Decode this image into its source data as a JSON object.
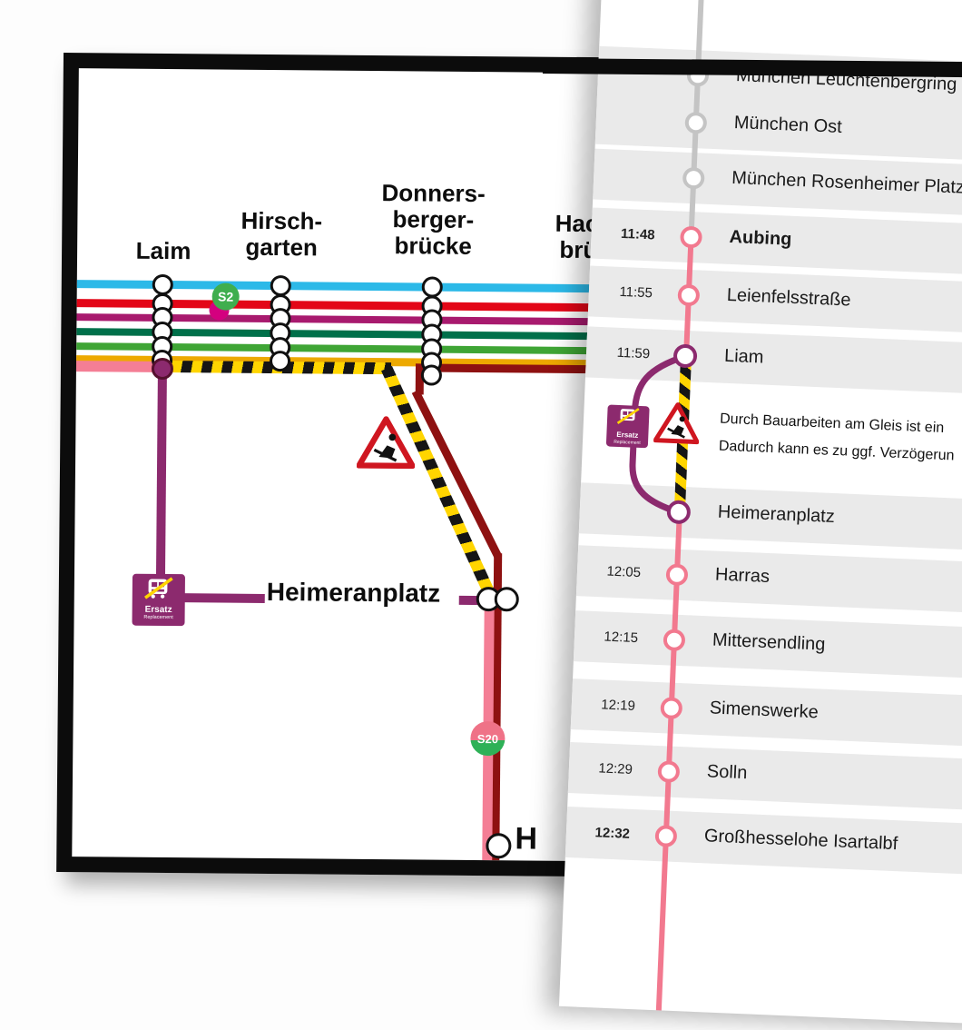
{
  "colors": {
    "line_cyan": "#2cb9e8",
    "line_red": "#e30617",
    "line_magenta": "#a81a6e",
    "line_darkgreen": "#00704a",
    "line_green": "#3fa535",
    "line_gold": "#eda900",
    "line_pink": "#f47e95",
    "line_maroon": "#8e1111",
    "route_purple": "#8c2a6e",
    "construction_yellow": "#ffd500",
    "construction_black": "#151515",
    "marker_gray": "#c4c4c4",
    "stripe_gray": "#eaeaea",
    "badge_green": "#3fae4e",
    "badge_magenta": "#d4007f"
  },
  "map": {
    "stations": [
      {
        "lines": [
          "Laim"
        ]
      },
      {
        "lines": [
          "Hirsch-",
          "garten"
        ]
      },
      {
        "lines": [
          "Donners-",
          "berger-",
          "brücke"
        ]
      },
      {
        "lines": [
          "Hacker-",
          "brücke"
        ]
      }
    ],
    "heimeranplatz_label": "Heimeranplatz",
    "bottom_station_label": "H",
    "badges": {
      "s2": "S2",
      "s20": "S20",
      "ersatz_line1": "Ersatz",
      "ersatz_line2": "Replacement"
    }
  },
  "timetable": {
    "rows": [
      {
        "time": "",
        "station": "München Leuchtenbergring",
        "marker": "gray"
      },
      {
        "time": "",
        "station": "München Ost",
        "marker": "gray"
      },
      {
        "time": "",
        "station": "München Rosenheimer Platz",
        "marker": "gray"
      },
      {
        "time": "11:48",
        "station": "Aubing",
        "marker": "pink"
      },
      {
        "time": "11:55",
        "station": "Leienfelsstraße",
        "marker": "pink"
      },
      {
        "time": "11:59",
        "station": "Liam",
        "marker": "purple"
      },
      {
        "time": "",
        "station": "Heimeranplatz",
        "marker": "purple"
      },
      {
        "time": "12:05",
        "station": "Harras",
        "marker": "pink"
      },
      {
        "time": "12:15",
        "station": "Mittersendling",
        "marker": "pink"
      },
      {
        "time": "12:19",
        "station": "Simenswerke",
        "marker": "pink"
      },
      {
        "time": "12:29",
        "station": "Solln",
        "marker": "pink"
      },
      {
        "time": "12:32",
        "station": "Großhesselohe Isartalbf",
        "marker": "pink"
      }
    ],
    "note_line1": "Durch Bauarbeiten am Gleis ist ein",
    "note_line2": "Dadurch kann es zu ggf. Verzögerun",
    "note_badge_line1": "Ersatz",
    "note_badge_line2": "Replacement"
  }
}
